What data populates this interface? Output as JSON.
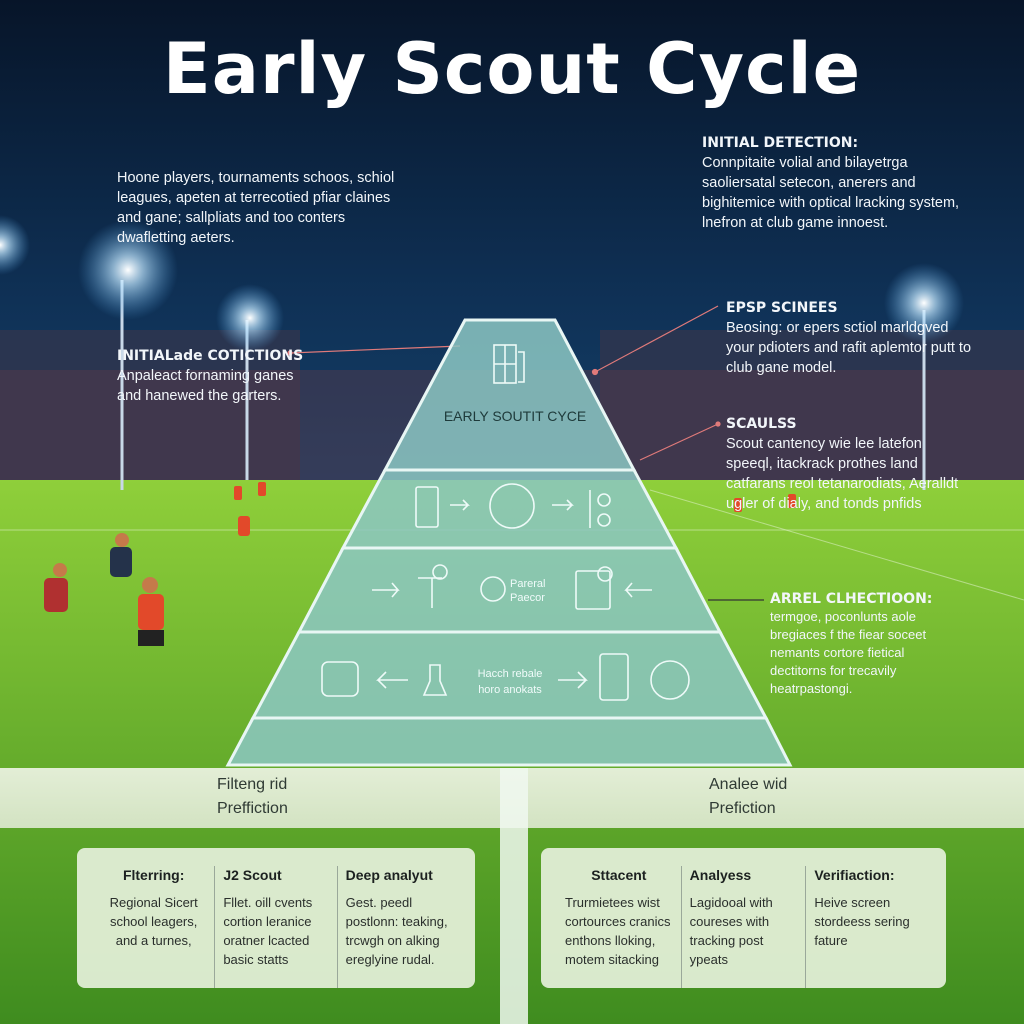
{
  "title": "Early  Scout Cycle",
  "colors": {
    "sky": "#0b1f3a",
    "field": "#5fa52a",
    "pyramid": "#8cc7c3",
    "banner": "#dde9d0",
    "connector": "#e07a7a"
  },
  "left_notes": [
    {
      "heading": "",
      "body": "Hoone players, tournaments schoos, schiol leagues, apeten at terrecotied pfiar claines and gane; sallpliats and too conters dwafletting aeters."
    },
    {
      "heading": "INITIALade COTICTIONS",
      "body": "Anpaleact fornaming ganes and hanewed the garters."
    }
  ],
  "right_notes": [
    {
      "heading": "INITIAL DETECTION:",
      "body": "Connpitaite volial and bilayetrga saoliersatal setecon, anerers and bighitemice with optical lracking system, lnefron at club game innoest."
    },
    {
      "heading": "EPSP SCINEES",
      "body": "Beosing: or epers sctiol marldgved your pdioters and rafit aplemtor putt to club gane model."
    },
    {
      "heading": "SCAULSS",
      "body": "Scout cantency wie lee latefon speeql, itackrack prothes land catfarans reol tetanarodiats, Aeralldt ugler of dialy, and tonds pnfids"
    },
    {
      "heading": "ARREL CLHECTIOON:",
      "body": "termgoe, poconlunts aole bregiaces f the fiear soceet nemants cortore fietical dectitorns for trecavily heatrpastongi."
    }
  ],
  "pyramid": {
    "top_label": "EARLY SOUTIT CYCE",
    "tier3_label": [
      "Pareral",
      "Paecor"
    ],
    "tier4_label": [
      "Hacch rebale",
      "horo anokats"
    ],
    "icons": [
      "building-chart-icon",
      "phone-icon",
      "arrow-right-icon",
      "globe-icon",
      "arrow-right-icon",
      "nodes-icon",
      "arrow-right-icon",
      "player-icon",
      "ball-icon",
      "tactics-board-icon",
      "arrow-left-icon",
      "calendar-icon",
      "arrow-left-icon",
      "trophy-icon",
      "arrow-right-icon",
      "tablet-icon",
      "wave-circle-icon"
    ]
  },
  "banner": {
    "left": [
      "Filteng rid",
      "Preffiction"
    ],
    "right": [
      "Analee wid",
      "Prefiction"
    ]
  },
  "cards": [
    {
      "columns": [
        {
          "heading": "Flterring:",
          "body": "Regional Sicert school leagers, and a turnes,"
        },
        {
          "heading": "J2 Scout",
          "body": "Fllet. oill cvents cortion leranice oratner lcacted basic statts"
        },
        {
          "heading": "Deep analyut",
          "body": "Gest. peedl postlonn: teaking, trcwgh on alking ereglyine rudal."
        }
      ]
    },
    {
      "columns": [
        {
          "heading": "Sttacent",
          "body": "Trurmietees wist cortources cranics enthons lloking, motem sitacking"
        },
        {
          "heading": "Analyess",
          "body": "Lagidooal with coureses with tracking post ypeats"
        },
        {
          "heading": "Verifiaction:",
          "body": "Heive screen stordeess sering fature"
        }
      ]
    }
  ]
}
